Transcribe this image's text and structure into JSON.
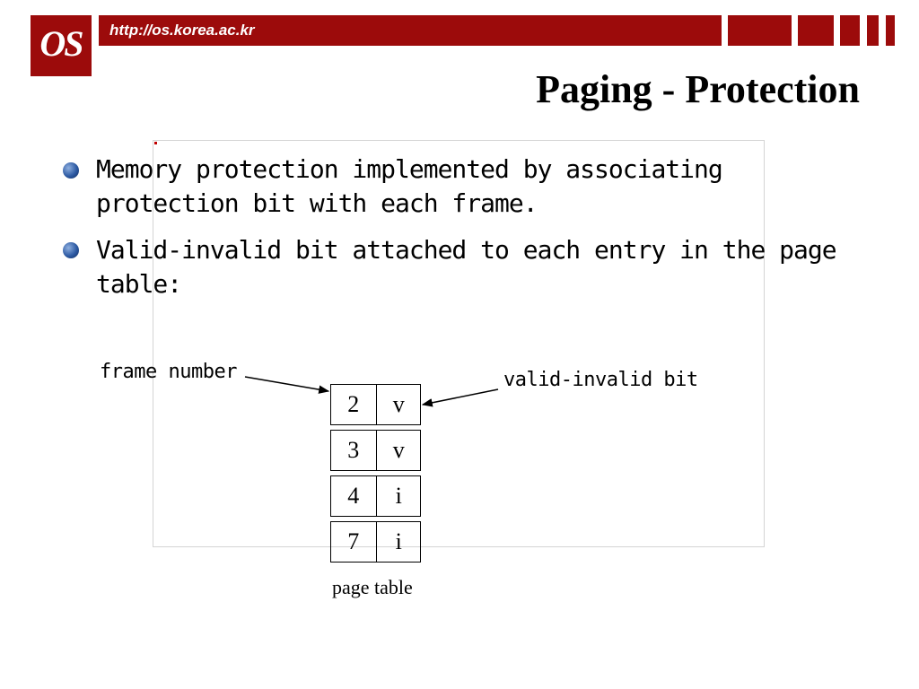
{
  "header": {
    "logo_text": "OS",
    "url": "http://os.korea.ac.kr",
    "brand_color": "#9c0b0b"
  },
  "slide": {
    "title": "Paging - Protection",
    "bullets": [
      "Memory protection implemented by associating protection bit with each frame.",
      "Valid-invalid bit attached to each entry in the page table:"
    ]
  },
  "diagram": {
    "frame_number_label": "frame number",
    "valid_invalid_label": "valid-invalid bit",
    "caption": "page table",
    "rows": [
      {
        "frame": "2",
        "bit": "v"
      },
      {
        "frame": "3",
        "bit": "v"
      },
      {
        "frame": "4",
        "bit": "i"
      },
      {
        "frame": "7",
        "bit": "i"
      }
    ]
  }
}
